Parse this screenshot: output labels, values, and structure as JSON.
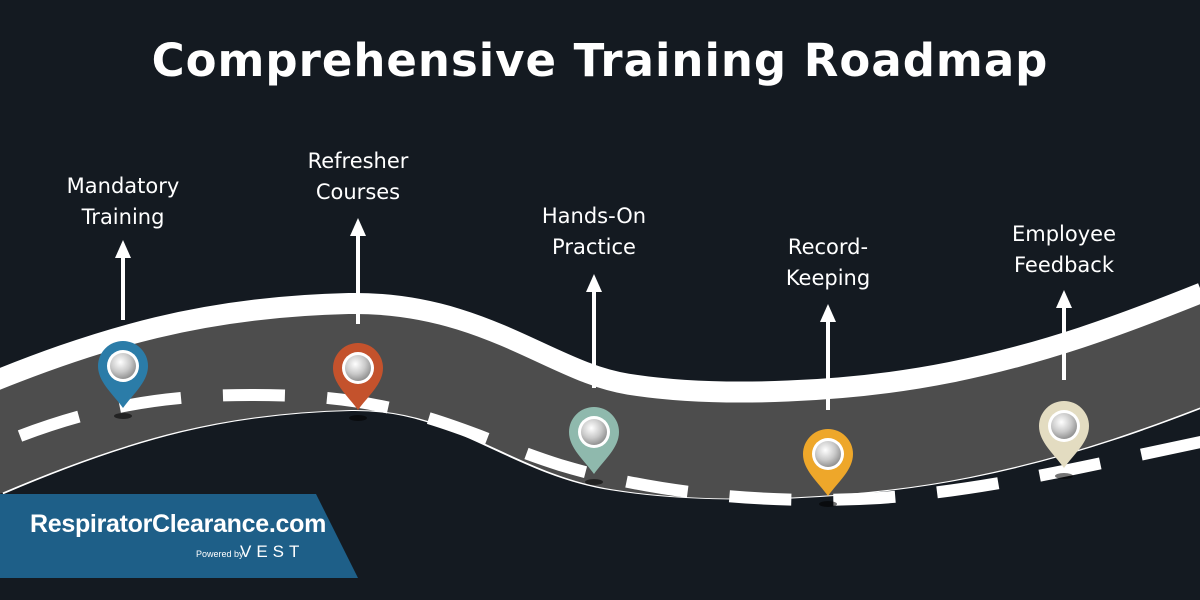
{
  "title": "Comprehensive Training Roadmap",
  "steps": [
    {
      "line1": "Mandatory",
      "line2": "Training",
      "pin_color": "#2b7ca8"
    },
    {
      "line1": "Refresher",
      "line2": "Courses",
      "pin_color": "#c4522c"
    },
    {
      "line1": "Hands-On",
      "line2": "Practice",
      "pin_color": "#8fb9ad"
    },
    {
      "line1": "Record-",
      "line2": "Keeping",
      "pin_color": "#eea72a"
    },
    {
      "line1": "Employee",
      "line2": "Feedback",
      "pin_color": "#e3dcc1"
    }
  ],
  "brand": {
    "name": "RespiratorClearance.com",
    "powered_by": "Powered by",
    "partner": "VEST",
    "color": "#1e5f88"
  },
  "colors": {
    "background": "#141a21",
    "road": "#4d4d4d",
    "road_edge": "#ffffff"
  }
}
